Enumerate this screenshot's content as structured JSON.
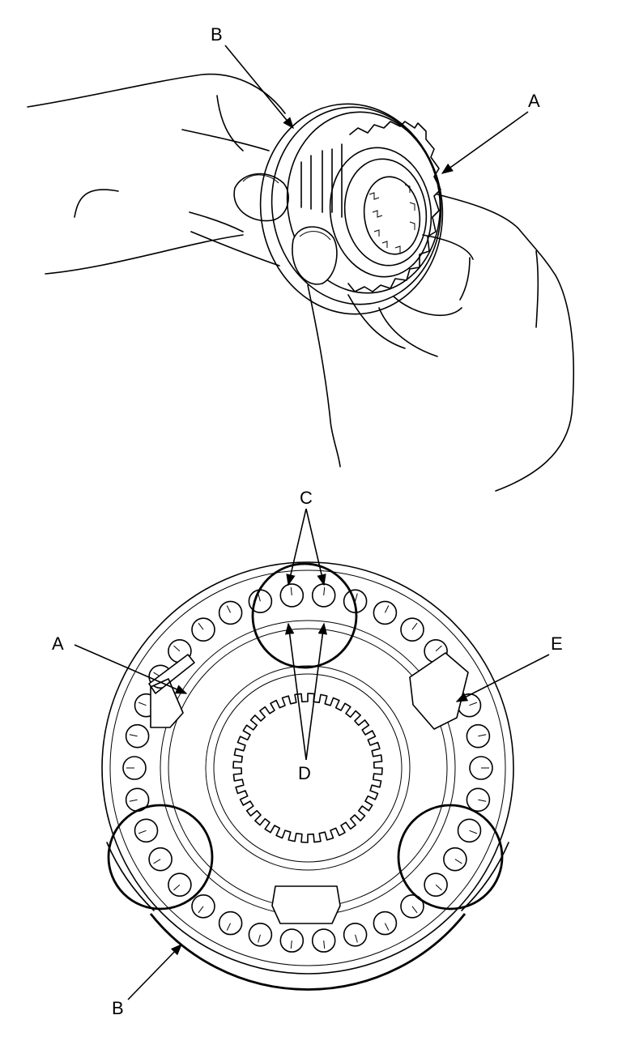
{
  "callouts": {
    "top_b": "B",
    "top_a": "A",
    "bottom_c": "C",
    "bottom_a": "A",
    "bottom_e": "E",
    "bottom_d": "D",
    "bottom_b": "B"
  }
}
